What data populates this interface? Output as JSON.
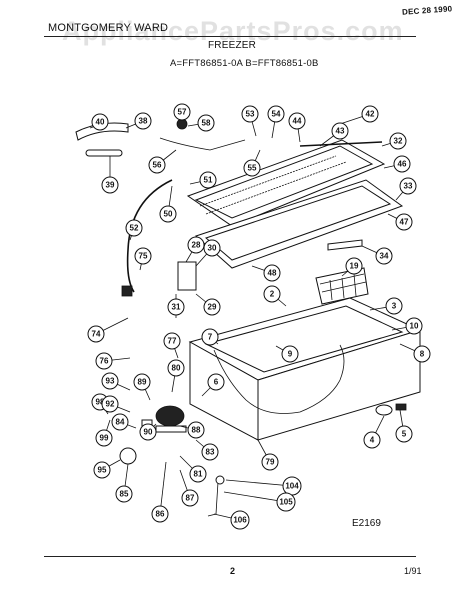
{
  "header": {
    "brand": "MONTGOMERY WARD",
    "section": "FREEZER",
    "models": "A=FFT86851-0A   B=FFT86851-0B",
    "stamp": "DEC 28 1990",
    "watermark": "AppliancePartsPros.com"
  },
  "footer": {
    "diagram_code": "E2169",
    "page_number": "2",
    "date_code": "1/91"
  },
  "callouts": [
    "40",
    "38",
    "39",
    "57",
    "58",
    "56",
    "53",
    "54",
    "55",
    "51",
    "50",
    "52",
    "44",
    "43",
    "42",
    "32",
    "46",
    "33",
    "47",
    "28",
    "75",
    "30",
    "29",
    "31",
    "34",
    "19",
    "48",
    "2",
    "3",
    "10",
    "74",
    "77",
    "7",
    "9",
    "8",
    "76",
    "80",
    "6",
    "93",
    "89",
    "98",
    "92",
    "84",
    "90",
    "88",
    "99",
    "95",
    "85",
    "83",
    "81",
    "79",
    "86",
    "87",
    "104",
    "105",
    "106",
    "4",
    "5"
  ]
}
